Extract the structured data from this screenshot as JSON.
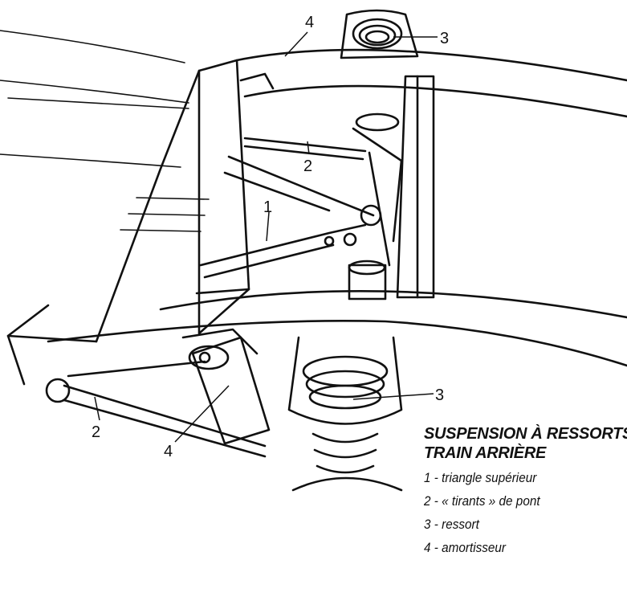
{
  "figure": {
    "title_line1": "SUSPENSION À RESSORTS",
    "title_line2": "TRAIN ARRIÈRE",
    "legend": [
      "1 - triangle supérieur",
      "2 - « tirants » de pont",
      "3 - ressort",
      "4 - amortisseur"
    ],
    "callouts": {
      "triangle": "1",
      "rod_upper": "2",
      "rod_lower": "2",
      "spring_upper": "3",
      "spring_lower": "3",
      "shock_upper": "4",
      "shock_lower": "4"
    },
    "colors": {
      "ink": "#111111",
      "paper": "#ffffff"
    }
  }
}
